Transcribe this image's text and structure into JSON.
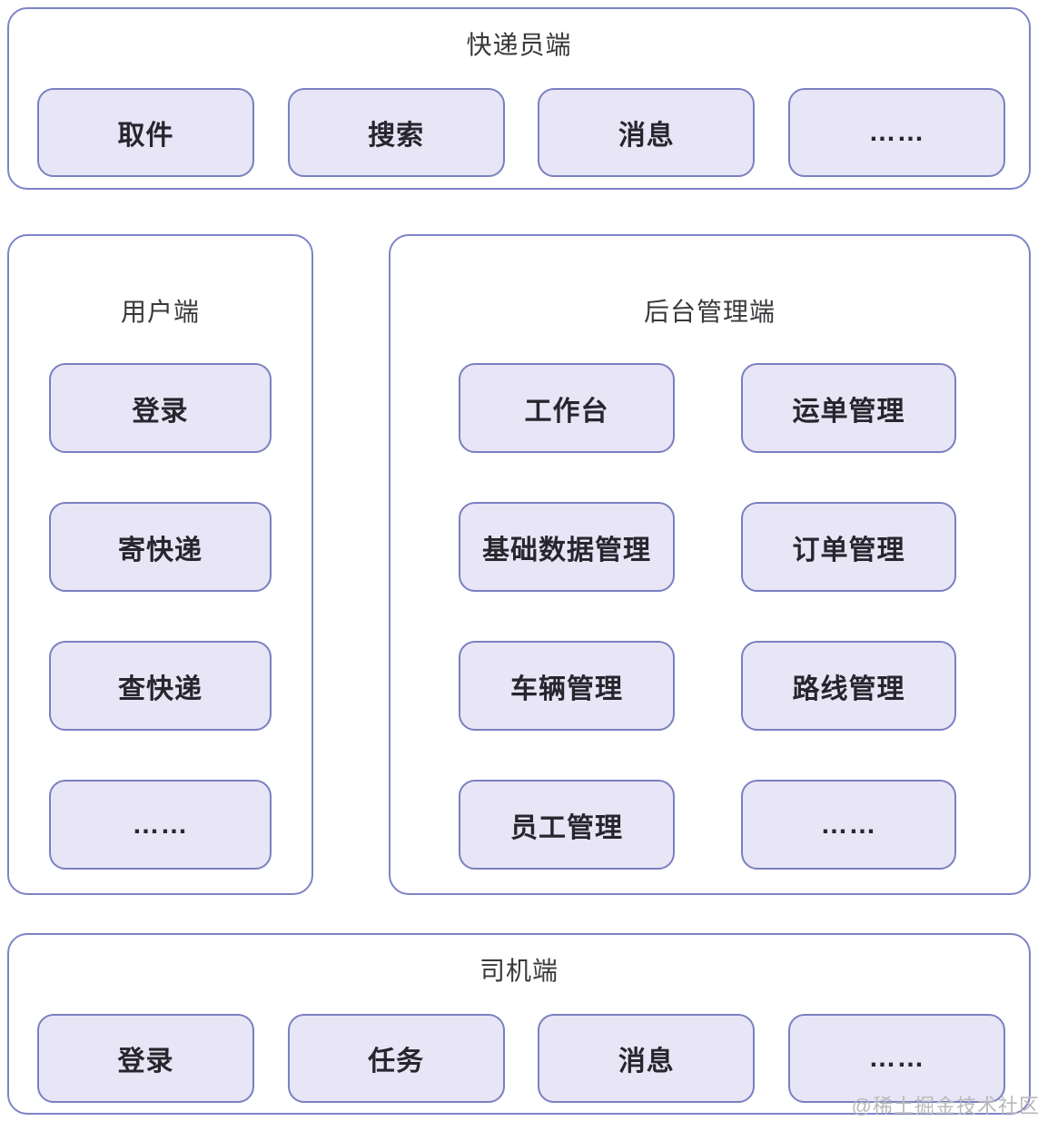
{
  "panels": {
    "courier": {
      "title": "快递员端",
      "buttons": [
        "取件",
        "搜索",
        "消息",
        "……"
      ]
    },
    "user": {
      "title": "用户端",
      "buttons": [
        "登录",
        "寄快递",
        "查快递",
        "……"
      ]
    },
    "admin": {
      "title": "后台管理端",
      "buttons": [
        "工作台",
        "运单管理",
        "基础数据管理",
        "订单管理",
        "车辆管理",
        "路线管理",
        "员工管理",
        "……"
      ]
    },
    "driver": {
      "title": "司机端",
      "buttons": [
        "登录",
        "任务",
        "消息",
        "……"
      ]
    }
  },
  "watermark": "@稀土掘金技术社区",
  "colors": {
    "panel_border": "#7e84c6",
    "node_border": "#7a80c0",
    "node_fill": "#e8e5f6",
    "node_text": "#26262e",
    "title_text": "#38383c",
    "watermark_text": "#b9b9bc",
    "background": "#ffffff"
  }
}
